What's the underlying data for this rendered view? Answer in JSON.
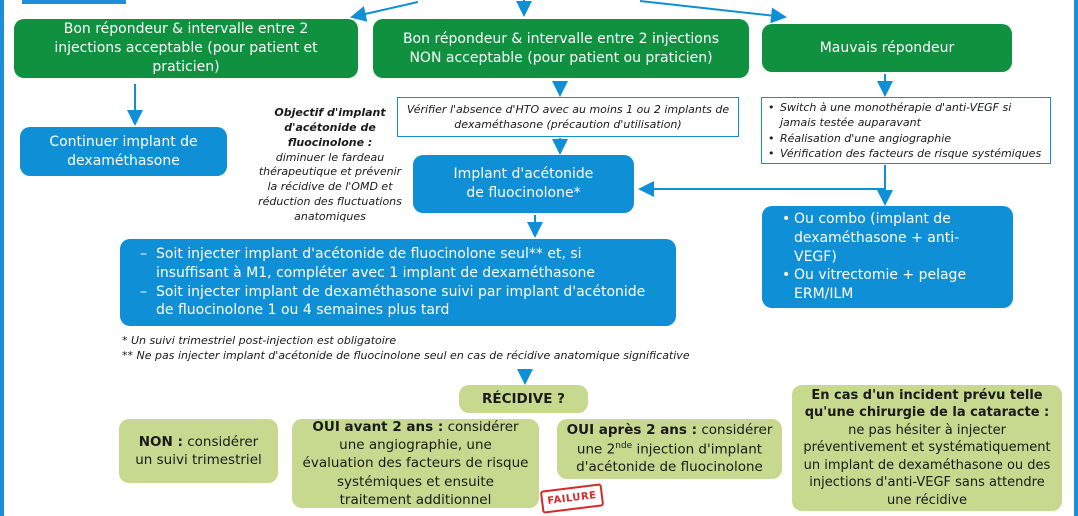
{
  "boxes": {
    "good_acceptable": "Bon répondeur & intervalle entre 2 injections acceptable (pour patient et praticien)",
    "good_not_acceptable": "Bon répondeur & intervalle entre 2 injections NON acceptable (pour patient ou praticien)",
    "bad_responder": "Mauvais répondeur",
    "continue_implant": "Continuer implant de dexaméthasone",
    "fluocinolone_implant": "Implant d'acétonide de fluocinolone*",
    "check_hto": "Vérifier l'absence d'HTO avec au moins 1 ou 2 implants de dexaméthasone (précaution d'utilisation)"
  },
  "objective": {
    "heading": "Objectif d'implant d'acétonide de fluocinolone :",
    "body": "diminuer le fardeau thérapeutique et prévenir la récidive de l'OMD et réduction des fluctuations anatomiques"
  },
  "bad_responder_steps": [
    "Switch à une monothérapie d'anti-VEGF si jamais testée auparavant",
    "Réalisation d'une angiographie",
    "Vérification des facteurs de risque systémiques"
  ],
  "combo_options": [
    "Ou combo (implant de dexaméthasone + anti-VEGF)",
    "Ou vitrectomie + pelage ERM/ILM"
  ],
  "injection_options": [
    "Soit injecter implant d'acétonide de fluocinolone seul** et, si insuffisant à M1, compléter avec 1 implant de dexaméthasone",
    "Soit injecter implant de dexaméthasone suivi par implant d'acétonide de fluocinolone 1 ou 4 semaines plus tard"
  ],
  "footnotes": [
    "* Un suivi trimestriel post-injection est obligatoire",
    "** Ne pas injecter implant d'acétonide de fluocinolone seul en cas de récidive anatomique significative"
  ],
  "recidive": "RÉCIDIVE ?",
  "outcomes": {
    "non_label": "NON :",
    "non_text": "considérer un suivi trimestriel",
    "oui_before_label": "OUI avant 2 ans :",
    "oui_before_text": "considérer une angiographie, une évaluation des facteurs de risque systémiques et ensuite traitement additionnel",
    "oui_after_label": "OUI après 2 ans :",
    "oui_after_text_1": "considérer une",
    "oui_after_ordinal": "2",
    "oui_after_sup": "nde",
    "oui_after_text_2": "injection d'implant d'acétonide de fluocinolone",
    "incident_heading": "En cas d'un incident prévu telle qu'une chirurgie de la cataracte :",
    "incident_text": "ne pas hésiter à injecter préventivement et systématiquement un implant de dexaméthasone ou des injections d'anti-VEGF sans attendre une récidive"
  },
  "stamp": "FAILURE",
  "colors": {
    "green": "#0f9140",
    "blue": "#0f8fd6",
    "olive": "#c6d98f",
    "stamp": "#d62a2a"
  }
}
